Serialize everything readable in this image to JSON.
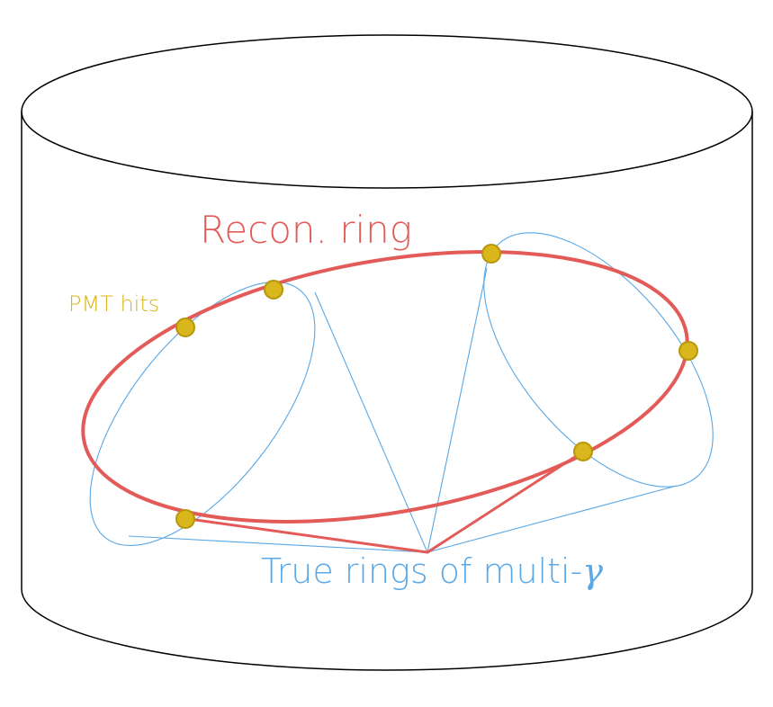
{
  "labels": {
    "recon_ring": "Recon. ring",
    "pmt_hits": "PMT hits",
    "true_rings_prefix": "True rings of multi-",
    "true_rings_symbol": "γ"
  },
  "colors": {
    "tank": "#000000",
    "recon": "#e35b58",
    "true_rings": "#5aa8e6",
    "pmt_fill": "#d8b61c",
    "pmt_stroke": "#b8960a"
  }
}
